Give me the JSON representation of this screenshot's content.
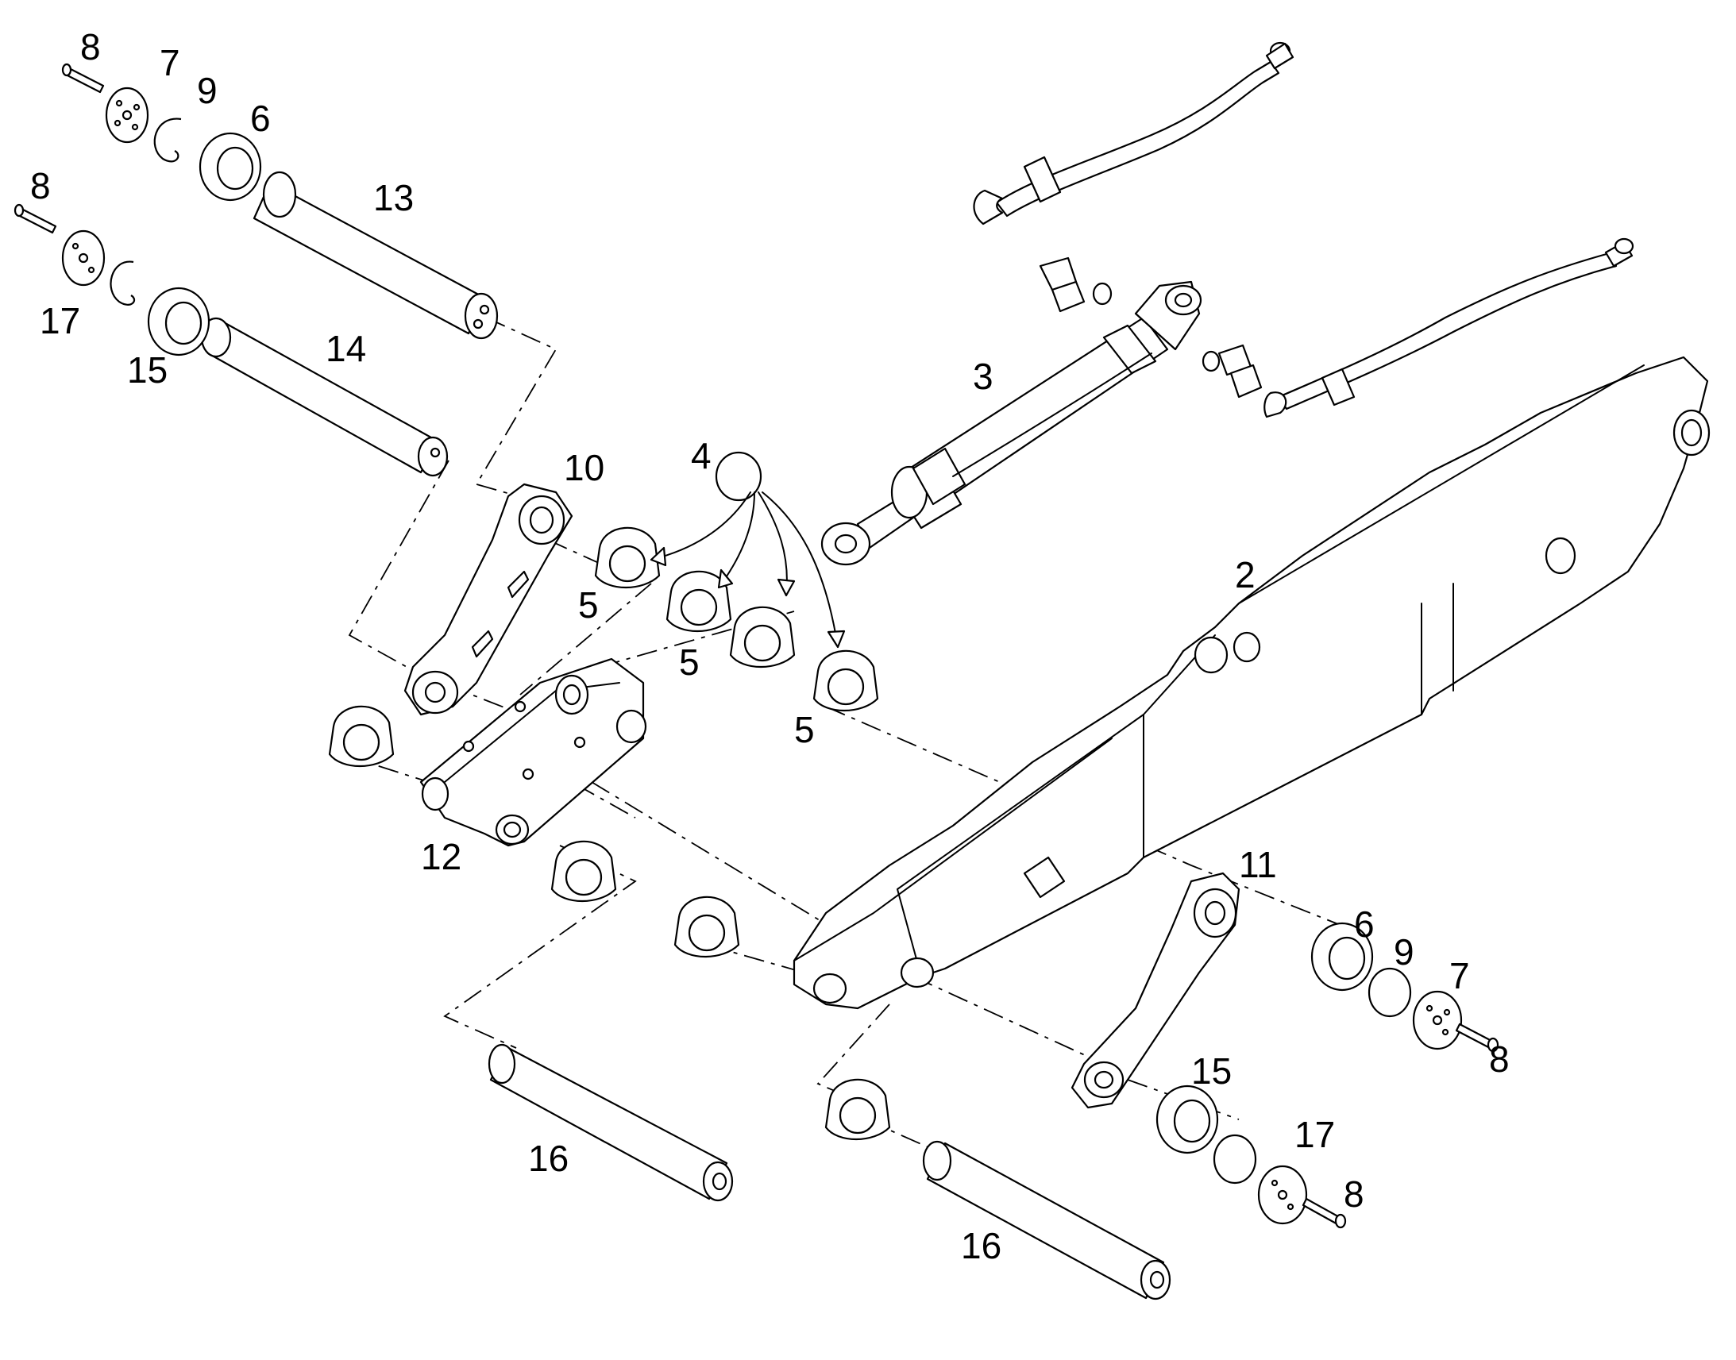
{
  "callouts": [
    {
      "id": "c8a",
      "text": "8"
    },
    {
      "id": "c7a",
      "text": "7"
    },
    {
      "id": "c9a",
      "text": "9"
    },
    {
      "id": "c6a",
      "text": "6"
    },
    {
      "id": "c13",
      "text": "13"
    },
    {
      "id": "c8b",
      "text": "8"
    },
    {
      "id": "c17a",
      "text": "17"
    },
    {
      "id": "c15a",
      "text": "15"
    },
    {
      "id": "c14",
      "text": "14"
    },
    {
      "id": "c3",
      "text": "3"
    },
    {
      "id": "c4",
      "text": "4"
    },
    {
      "id": "c10",
      "text": "10"
    },
    {
      "id": "c5a",
      "text": "5"
    },
    {
      "id": "c5b",
      "text": "5"
    },
    {
      "id": "c5c",
      "text": "5"
    },
    {
      "id": "c2",
      "text": "2"
    },
    {
      "id": "c12",
      "text": "12"
    },
    {
      "id": "c11",
      "text": "11"
    },
    {
      "id": "c6b",
      "text": "6"
    },
    {
      "id": "c9b",
      "text": "9"
    },
    {
      "id": "c7b",
      "text": "7"
    },
    {
      "id": "c8c",
      "text": "8"
    },
    {
      "id": "c15b",
      "text": "15"
    },
    {
      "id": "c17b",
      "text": "17"
    },
    {
      "id": "c8d",
      "text": "8"
    },
    {
      "id": "c16a",
      "text": "16"
    },
    {
      "id": "c16b",
      "text": "16"
    }
  ],
  "colors": {
    "line": "#000000",
    "background": "#ffffff"
  }
}
